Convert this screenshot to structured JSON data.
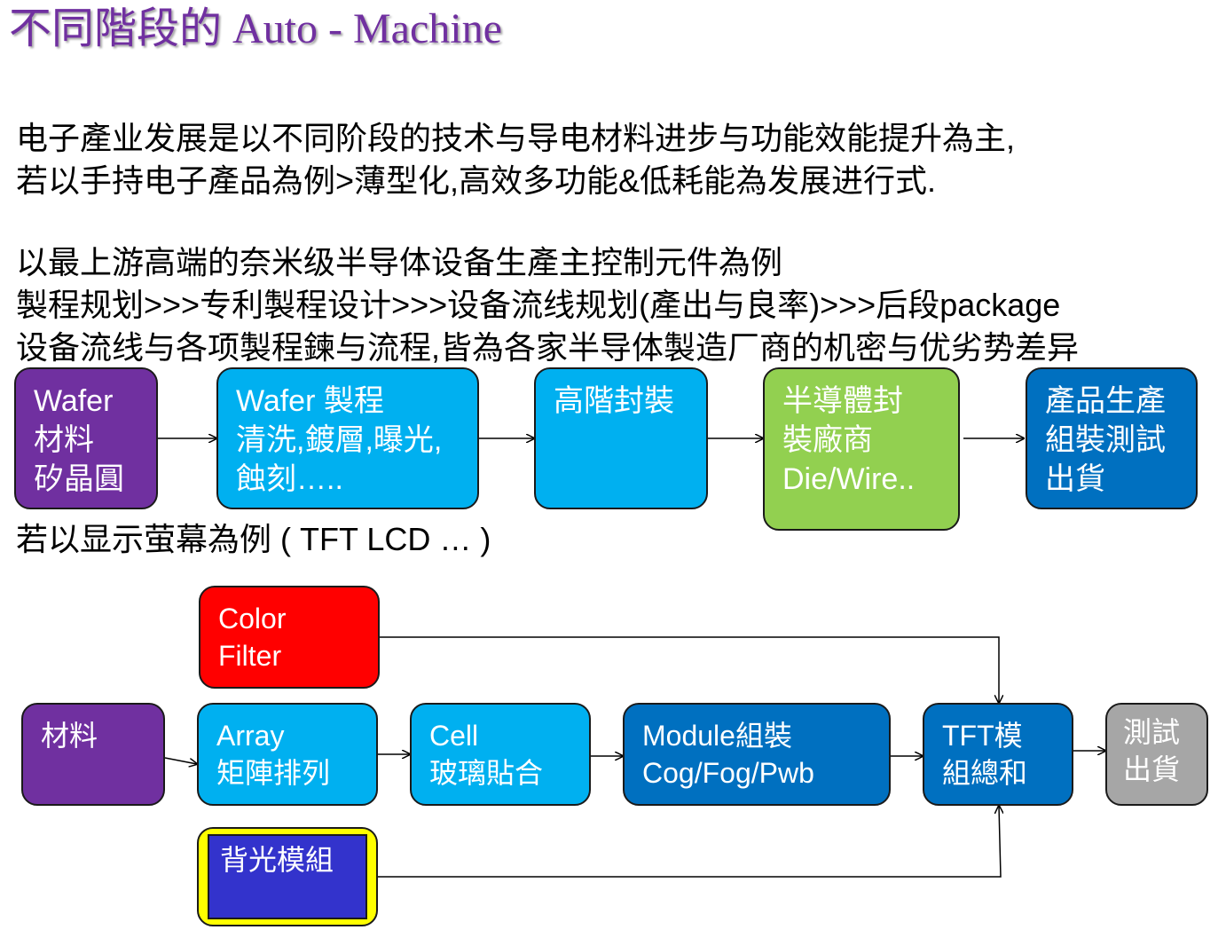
{
  "title": "不同階段的 Auto - Machine",
  "intro": [
    "电子產业发展是以不同阶段的技术与导电材料进步与功能效能提升為主,",
    "若以手持电子產品為例>薄型化,高效多功能&低耗能為发展进行式."
  ],
  "semiconductor_text": [
    "以最上游高端的奈米级半导体设备生產主控制元件為例",
    "製程规划>>>专利製程设计>>>设备流线规划(產出与良率)>>>后段package",
    "设备流线与各项製程鍊与流程,皆為各家半导体製造厂商的机密与优劣势差异"
  ],
  "flow1": [
    {
      "lines": [
        "Wafer",
        "材料",
        "矽晶圓"
      ],
      "color": "#7030a0"
    },
    {
      "lines": [
        "Wafer 製程",
        "清洗,鍍層,曝光,",
        "蝕刻….."
      ],
      "color": "#00b0f0"
    },
    {
      "lines": [
        "高階封裝"
      ],
      "color": "#00b0f0"
    },
    {
      "lines": [
        "半導體封",
        "裝廠商",
        "Die/Wire.."
      ],
      "color": "#92d050"
    },
    {
      "lines": [
        "產品生產",
        "組裝測試",
        "出貨"
      ],
      "color": "#0070c0"
    }
  ],
  "display_text": "若以显示萤幕為例 ( TFT LCD … )",
  "flow2": {
    "color_filter": {
      "lines": [
        "Color",
        "Filter"
      ],
      "color": "#ff0000"
    },
    "material": {
      "lines": [
        "材料"
      ],
      "color": "#7030a0"
    },
    "array": {
      "lines": [
        "Array",
        "矩陣排列"
      ],
      "color": "#00b0f0"
    },
    "cell": {
      "lines": [
        "Cell",
        "玻璃貼合"
      ],
      "color": "#00b0f0"
    },
    "module": {
      "lines": [
        "Module組裝",
        "Cog/Fog/Pwb"
      ],
      "color": "#0070c0"
    },
    "tft": {
      "lines": [
        "TFT模",
        "組總和"
      ],
      "color": "#0070c0"
    },
    "test": {
      "lines": [
        "測試",
        "出貨"
      ],
      "color": "#a6a6a6"
    },
    "backlight": {
      "lines": [
        "背光模組"
      ],
      "color": "#3333cc",
      "frame_color": "#ffff00"
    }
  }
}
